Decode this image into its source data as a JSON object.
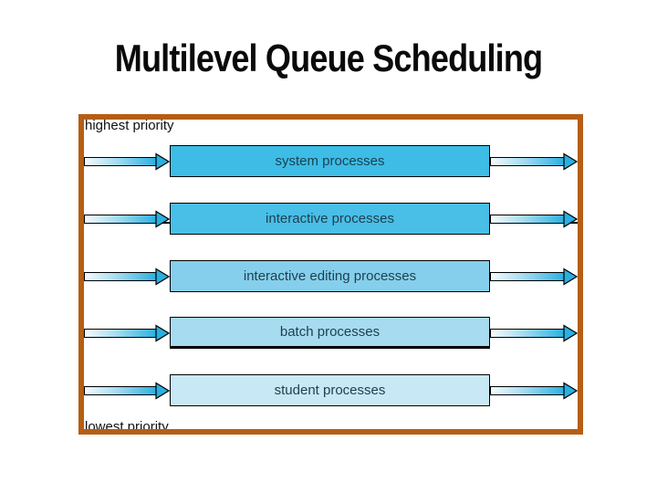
{
  "slide": {
    "title": "Multilevel Queue Scheduling",
    "colors": {
      "frame_border": "#b65e14",
      "box_border": "#000000",
      "box_text": "#1d3f4e",
      "label_text": "#111111",
      "arrow_head": "#29b0e1",
      "arrow_gradient": [
        "#f6fbfe",
        "#a5dcf2",
        "#29b0e1"
      ]
    },
    "diagram": {
      "top_label": "highest priority",
      "bottom_label": "lowest priority",
      "queues": [
        {
          "label": "system processes",
          "box_color": "#3dbce6"
        },
        {
          "label": "interactive processes",
          "box_color": "#49bee7"
        },
        {
          "label": "interactive editing processes",
          "box_color": "#86cfec"
        },
        {
          "label": "batch processes",
          "box_color": "#a6dbf0"
        },
        {
          "label": "student processes",
          "box_color": "#c9e8f6"
        }
      ]
    }
  }
}
